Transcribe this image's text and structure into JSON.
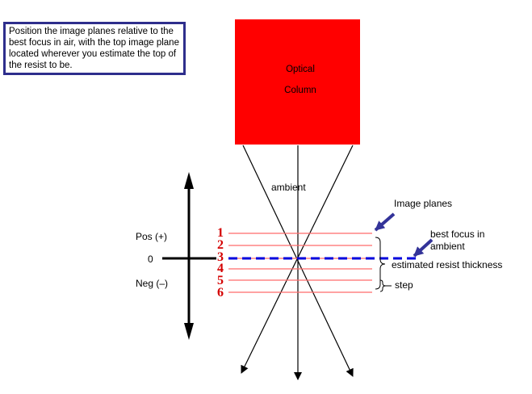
{
  "note": "Position the image planes relative to the best focus in air, with the top image plane located wherever you estimate the top of the resist to be.",
  "column": {
    "line1": "Optical",
    "line2": "Column"
  },
  "labels": {
    "ambient": "ambient",
    "image_planes": "Image planes",
    "best_focus": "best focus in\nambient",
    "resist_thickness": "estimated resist thickness",
    "step": "step",
    "pos": "Pos (+)",
    "zero": "0",
    "neg": "Neg (–)"
  },
  "planes": [
    "1",
    "2",
    "3",
    "4",
    "5",
    "6"
  ],
  "colors": {
    "column": "#ff0000",
    "plane_line": "#ff6b6b",
    "plane_number": "#d40000",
    "best_focus_line": "#0000dd",
    "note_border": "#2e2e8c",
    "pointer_arrow": "#333399"
  }
}
